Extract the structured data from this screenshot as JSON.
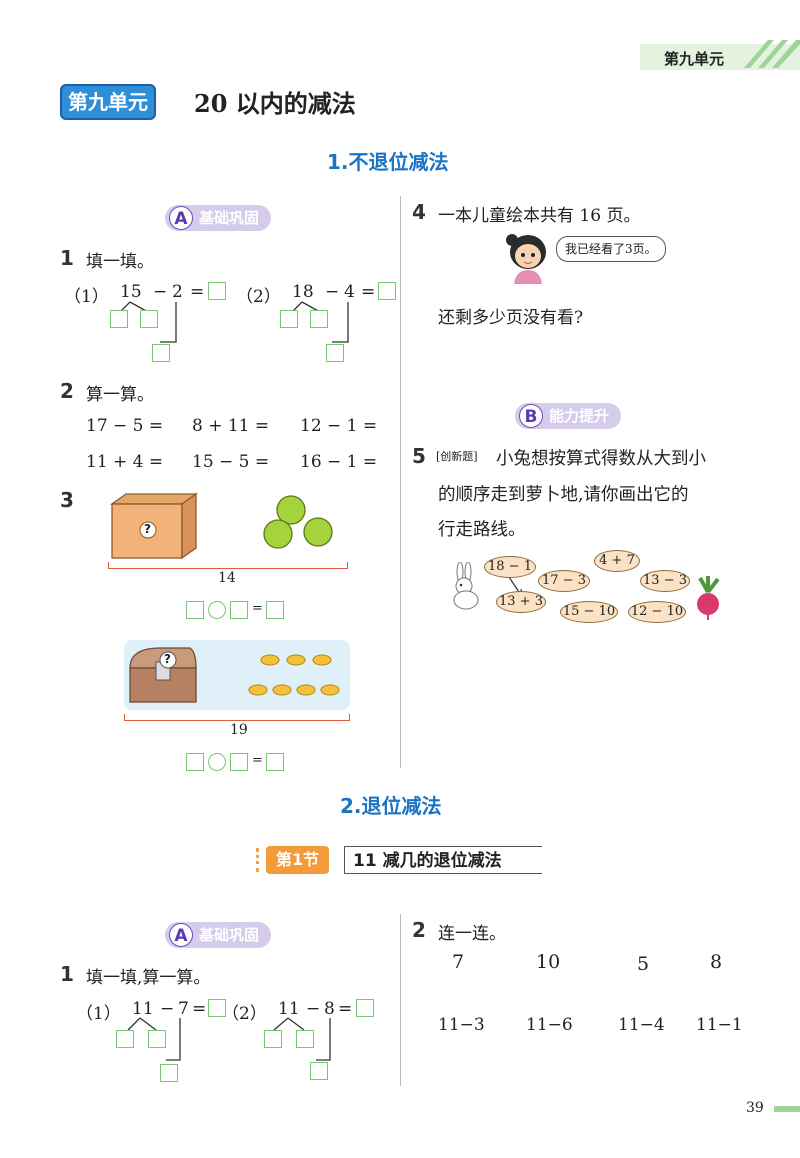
{
  "header": {
    "unit_label": "第九单元"
  },
  "unit": {
    "tag": "第九单元",
    "title": "20 以内的减法"
  },
  "section1": {
    "title": "1.不退位减法",
    "levelA": {
      "letter": "A",
      "label": "基础巩固"
    },
    "q1": {
      "num": "1",
      "text": "填一填。",
      "p1": {
        "label": "（1）",
        "a": "15",
        "op": "−",
        "b": "2",
        "eq": "="
      },
      "p2": {
        "label": "（2）",
        "a": "18",
        "op": "−",
        "b": "4",
        "eq": "="
      }
    },
    "q2": {
      "num": "2",
      "text": "算一算。",
      "items": [
        "17 − 5 =",
        "8 + 11 =",
        "12 − 1 =",
        "11 + 4 =",
        "15 − 5 =",
        "16 − 1 ="
      ]
    },
    "q3": {
      "num": "3",
      "total1": "14",
      "total2": "19",
      "question_mark": "?",
      "eq": "="
    },
    "q4": {
      "num": "4",
      "text": "一本儿童绘本共有 16 页。",
      "speech": "我已经看了3页。",
      "question": "还剩多少页没有看?"
    },
    "levelB": {
      "letter": "B",
      "label": "能力提升"
    },
    "q5": {
      "num": "5",
      "tag": "[创新题]",
      "text_line1": "小兔想按算式得数从大到小",
      "text_line2": "的顺序走到萝卜地,请你画出它的",
      "text_line3": "行走路线。",
      "eggs": [
        "18 − 1",
        "4 + 7",
        "17 − 3",
        "13 − 3",
        "13 + 3",
        "15 − 10",
        "12 − 10"
      ]
    }
  },
  "section2": {
    "title": "2.退位减法",
    "lesson": {
      "tag": "第1节",
      "title": "11 减几的退位减法"
    },
    "levelA": {
      "letter": "A",
      "label": "基础巩固"
    },
    "q1": {
      "num": "1",
      "text": "填一填,算一算。",
      "p1": {
        "label": "（1）",
        "a": "11",
        "op": "−",
        "b": "7",
        "eq": "="
      },
      "p2": {
        "label": "（2）",
        "a": "11",
        "op": "−",
        "b": "8",
        "eq": "="
      }
    },
    "q2": {
      "num": "2",
      "text": "连一连。",
      "top": [
        "7",
        "10",
        "5",
        "8"
      ],
      "bottom": [
        "11−3",
        "11−6",
        "11−4",
        "11−1"
      ]
    }
  },
  "footer": {
    "page_number": "39"
  }
}
